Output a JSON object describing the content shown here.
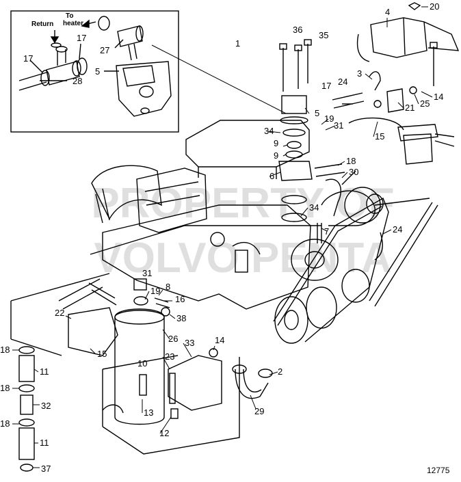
{
  "watermark": [
    "PROPERTY OF",
    "VOLVO PENTA"
  ],
  "drawing_number": "12775",
  "inset": {
    "return_label": "Return",
    "heater_label_line1": "To",
    "heater_label_line2": "heater"
  },
  "callouts": [
    "1",
    "2",
    "3",
    "4",
    "5",
    "6",
    "7",
    "8",
    "9",
    "10",
    "11",
    "12",
    "13",
    "14",
    "15",
    "16",
    "17",
    "18",
    "19",
    "20",
    "21",
    "22",
    "23",
    "24",
    "25",
    "26",
    "27",
    "28",
    "29",
    "30",
    "31",
    "32",
    "33",
    "34",
    "35",
    "36",
    "37",
    "38"
  ]
}
